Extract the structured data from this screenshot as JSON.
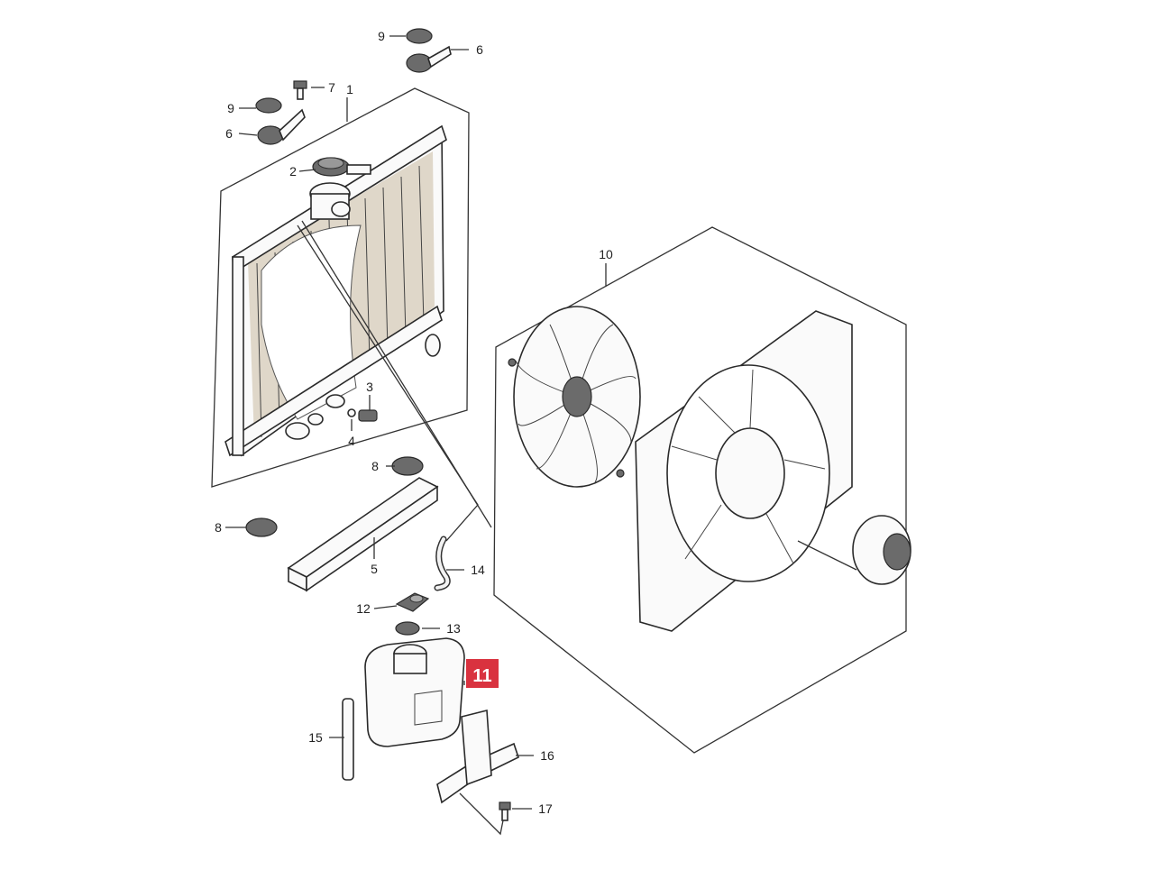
{
  "callouts": {
    "c1": "1",
    "c2": "2",
    "c3": "3",
    "c4": "4",
    "c5": "5",
    "c6a": "6",
    "c6b": "6",
    "c7": "7",
    "c8a": "8",
    "c8b": "8",
    "c9a": "9",
    "c9b": "9",
    "c10": "10",
    "c11": "11",
    "c12": "12",
    "c13": "13",
    "c14": "14",
    "c15": "15",
    "c16": "16",
    "c17": "17"
  },
  "colors": {
    "highlight": "#d9323f",
    "highlight_text": "#ffffff",
    "line": "#333333"
  }
}
